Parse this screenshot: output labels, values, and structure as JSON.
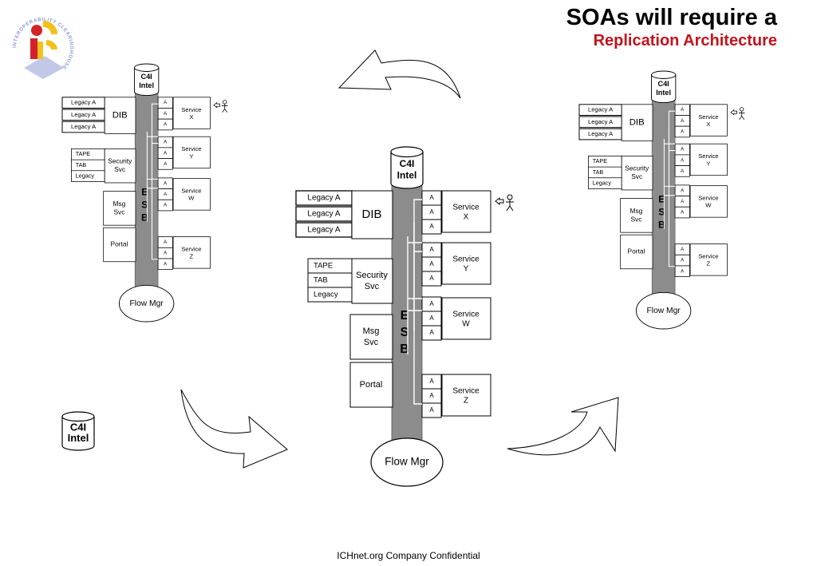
{
  "title": "SOAs will require a",
  "subtitle": "Replication Architecture",
  "footer": "ICHnet.org Company Confidential",
  "logo": {
    "ring_text": "INTEROPERABILITY CLEARINGHOUSE",
    "colors": {
      "red": "#d4212a",
      "yellow": "#f2c21b",
      "blue": "#8e9bd6"
    }
  },
  "standalone_db": {
    "line1": "C4I",
    "line2": "Intel"
  },
  "diagram": {
    "db_line1": "C4I",
    "db_line2": "Intel",
    "legacy_label": "Legacy A",
    "dib_label": "DIB",
    "storage_items": [
      "TAPE",
      "TAB",
      "Legacy"
    ],
    "security_line1": "Security",
    "security_line2": "Svc",
    "msg_line1": "Msg",
    "msg_line2": "Svc",
    "portal_label": "Portal",
    "esb_letters": [
      "E",
      "S",
      "B"
    ],
    "adapter_label": "A",
    "services": [
      {
        "line1": "Service",
        "line2": "X"
      },
      {
        "line1": "Service",
        "line2": "Y"
      },
      {
        "line1": "Service",
        "line2": "W"
      },
      {
        "line1": "Service",
        "line2": "Z"
      }
    ],
    "flow_mgr": "Flow Mgr",
    "user_icon": "user-icon"
  },
  "colors": {
    "esb_bar": "#8c8c8c",
    "subtitle": "#c0141c",
    "stroke": "#000000"
  }
}
